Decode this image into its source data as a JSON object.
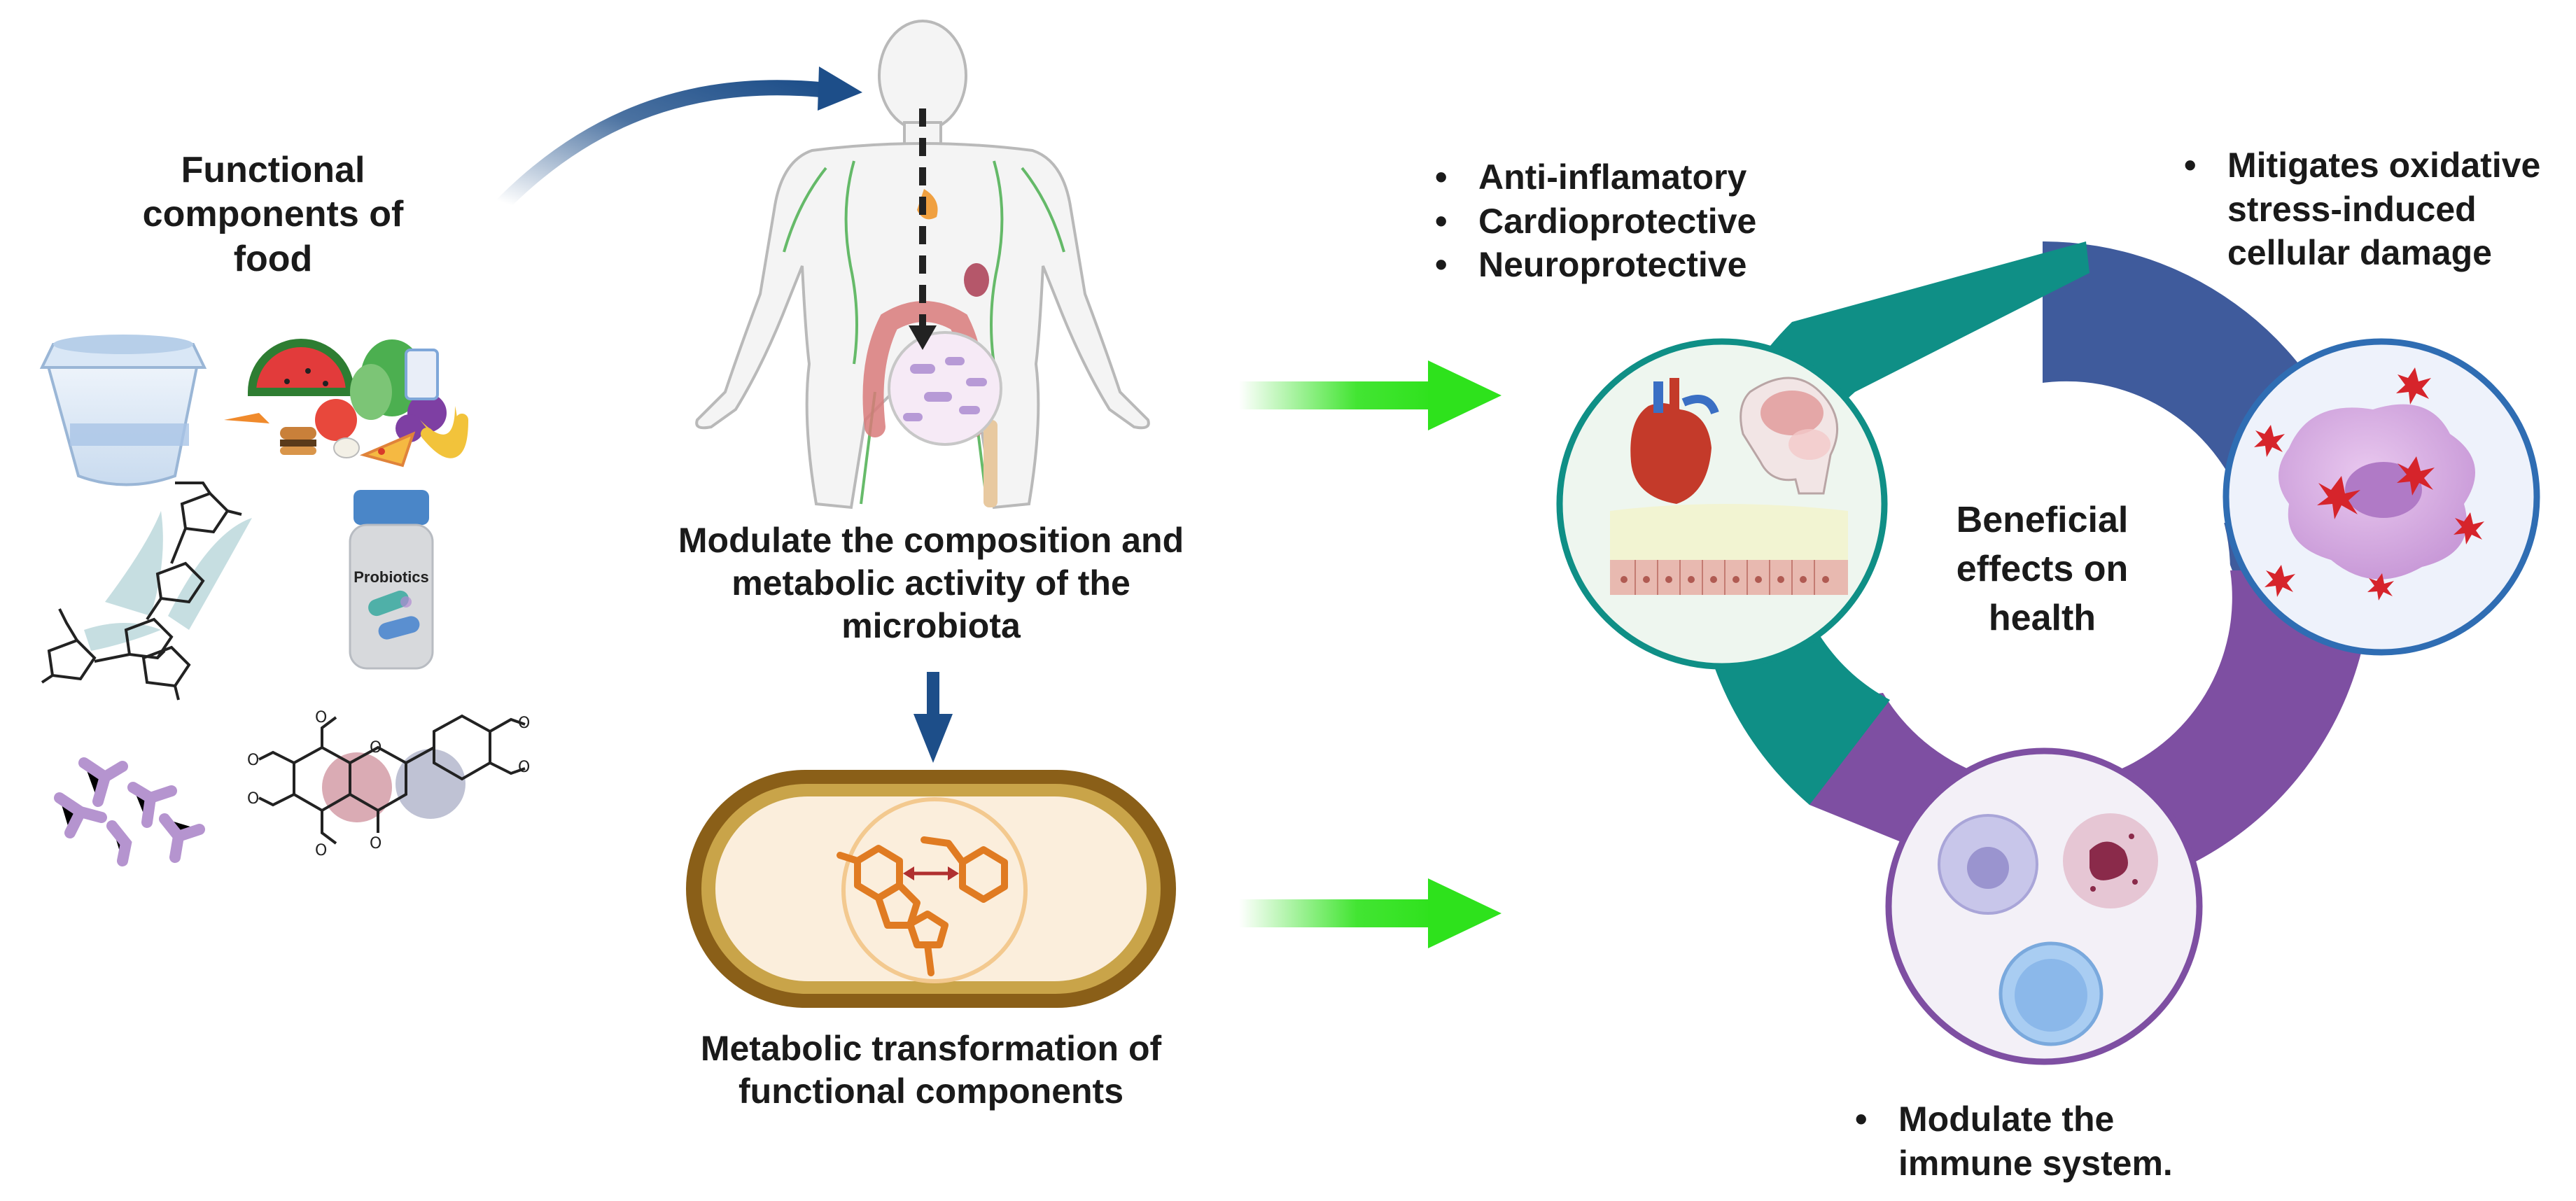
{
  "left": {
    "title": "Functional components of food",
    "probiotics_label": "Probiotics"
  },
  "middle": {
    "modulate_text": "Modulate the composition and metabolic activity of the microbiota",
    "transform_text": "Metabolic transformation of functional components"
  },
  "right": {
    "center_label": "Beneficial effects on health",
    "effects_top_left": [
      "Anti-inflamatory",
      "Cardioprotective",
      "Neuroprotective"
    ],
    "effects_top_right": [
      "Mitigates oxidative stress-induced cellular damage"
    ],
    "effects_bottom": [
      "Modulate the immune system."
    ]
  },
  "colors": {
    "arrow_blue": "#1d4e89",
    "arrow_green": "#2ee21c",
    "ring_teal": "#0f8f86",
    "ring_navy": "#3f5b9c",
    "ring_purple": "#7e4fa2"
  }
}
